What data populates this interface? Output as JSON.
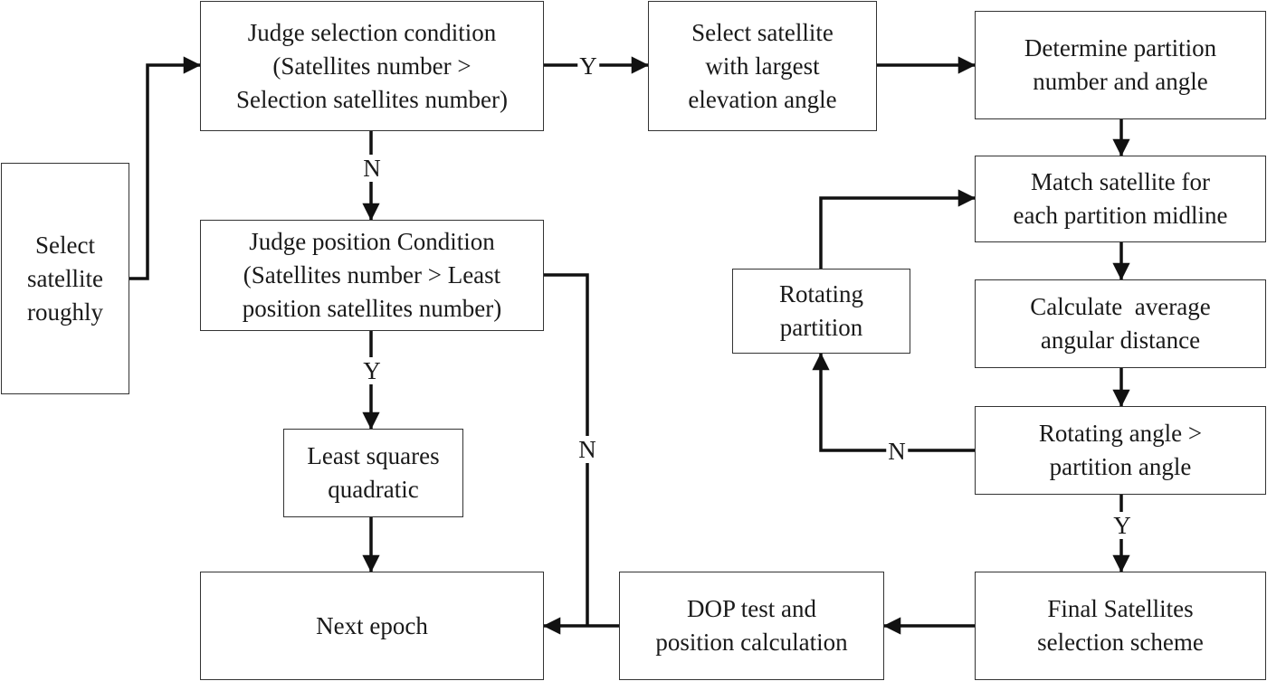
{
  "nodes": {
    "select_roughly": [
      "Select",
      "satellite",
      "roughly"
    ],
    "judge_selection": [
      "Judge selection condition",
      "(Satellites number >",
      "Selection satellites number)"
    ],
    "select_largest": [
      "Select satellite",
      "with largest",
      "elevation angle"
    ],
    "determine_partition": [
      "Determine partition",
      "number and angle"
    ],
    "match_satellite": [
      "Match satellite for",
      "each partition midline"
    ],
    "judge_position": [
      "Judge position Condition",
      "(Satellites number > Least",
      "position satellites number)"
    ],
    "rotating_partition": [
      "Rotating",
      "partition"
    ],
    "calc_distance": [
      "Calculate  average",
      "angular distance"
    ],
    "least_squares": [
      "Least squares",
      "quadratic"
    ],
    "rotating_angle": [
      "Rotating angle >",
      "partition angle"
    ],
    "next_epoch": [
      "Next epoch"
    ],
    "dop_test": [
      "DOP test and",
      "position calculation"
    ],
    "final_scheme": [
      "Final Satellites",
      "selection scheme"
    ]
  },
  "edge_labels": {
    "selection_yes": "Y",
    "selection_no": "N",
    "position_yes": "Y",
    "position_no": "N",
    "angle_no": "N",
    "angle_yes": "Y"
  }
}
